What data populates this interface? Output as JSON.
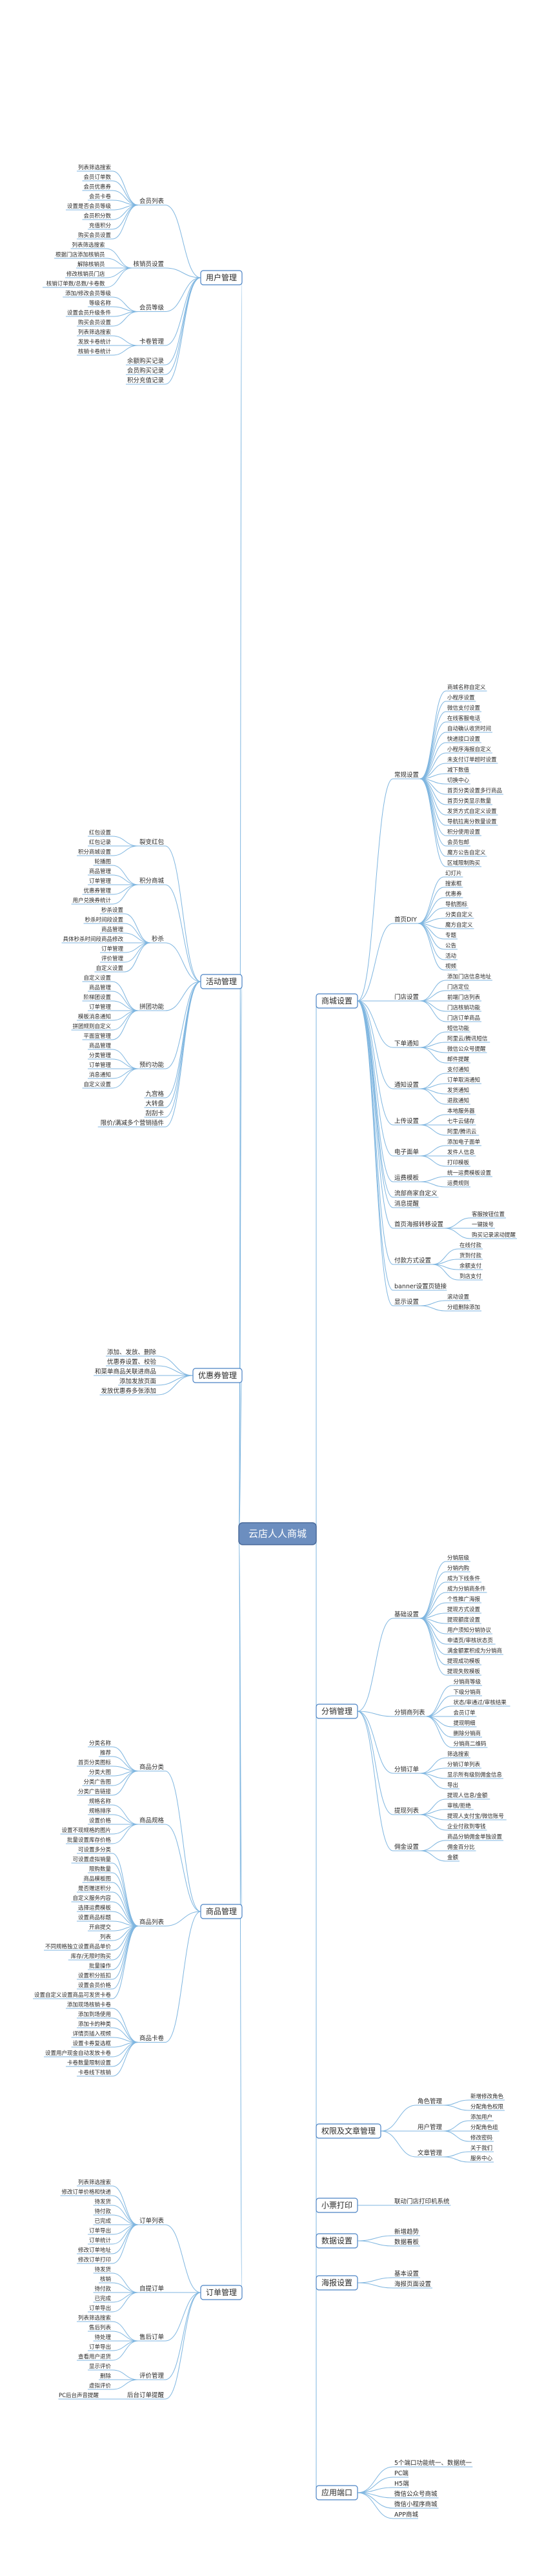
{
  "mindmap": {
    "root": "云店人人商城",
    "branches": [
      {
        "label": "用户管理",
        "side": "left",
        "children": [
          {
            "label": "会员列表",
            "children": [
              "列表筛选搜索",
              "会员订单数",
              "会员优惠券",
              "会员卡卷",
              "设置是否会员等级",
              "会员积分数",
              "充值积分",
              "购买会员设置"
            ]
          },
          {
            "label": "核销员设置",
            "children": [
              "列表筛选搜索",
              "根据门店添加核销员",
              "解除核销员",
              "修改核销员门店",
              "核销订单数/总数/卡卷数"
            ]
          },
          {
            "label": "会员等级",
            "children": [
              "添加/修改会员等级",
              "等级名称",
              "设置会员升级条件",
              "购买会员设置"
            ]
          },
          {
            "label": "卡卷管理",
            "children": [
              "列表筛选搜索",
              "发放卡卷统计",
              "核销卡卷统计"
            ]
          },
          {
            "label": "余额购买记录"
          },
          {
            "label": "会员购买记录"
          },
          {
            "label": "积分充值记录"
          }
        ]
      },
      {
        "label": "活动管理",
        "side": "left",
        "children": [
          {
            "label": "裂变红包",
            "children": [
              "红包设置",
              "红包记录",
              "积分商城设置"
            ]
          },
          {
            "label": "积分商城",
            "children": [
              "轮播图",
              "商品管理",
              "订单管理",
              "优惠券管理",
              "用户兑换券统计"
            ]
          },
          {
            "label": "秒杀",
            "children": [
              "秒杀设置",
              "秒杀时间段设置",
              "商品管理",
              "具体秒杀时间段商品修改",
              "订单管理",
              "评价管理",
              "自定义设置"
            ]
          },
          {
            "label": "拼团功能",
            "children": [
              "自定义设置",
              "商品管理",
              "阶梯团设置",
              "订单管理",
              "模板消息通知",
              "拼团规则自定义",
              "平面宣管理"
            ]
          },
          {
            "label": "预约功能",
            "children": [
              "商品管理",
              "分类管理",
              "订单管理",
              "消息通知",
              "自定义设置"
            ]
          },
          {
            "label": "九宫格"
          },
          {
            "label": "大转盘"
          },
          {
            "label": "刮刮卡"
          },
          {
            "label": "限价/满减多个营销插件"
          }
        ]
      },
      {
        "label": "优惠券管理",
        "side": "left",
        "children": [
          {
            "label": "添加、发放、删除"
          },
          {
            "label": "优惠券设置、校验"
          },
          {
            "label": "和菜单商品关联进商品"
          },
          {
            "label": "添加发放页面"
          },
          {
            "label": "发放优惠券多张添加"
          }
        ]
      },
      {
        "label": "商品管理",
        "side": "left",
        "children": [
          {
            "label": "商品分类",
            "children": [
              "分类名称",
              "推荐",
              "首页分类图标",
              "分类大图",
              "分类广告图",
              "分类广告链接"
            ]
          },
          {
            "label": "商品规格",
            "children": [
              "规格名称",
              "规格排序",
              "设置价格",
              "设置不现规格的图片",
              "批量设置库存价格"
            ]
          },
          {
            "label": "商品列表",
            "children": [
              "可设置多分类",
              "可设置虚拟销量",
              "限购数量",
              "商品模板图",
              "是否赠送积分",
              "自定义服务内容",
              "选择运费模板",
              "设置商品标题",
              "开启提交",
              "列表",
              "不同规格独立设置商品单价",
              "库存/无限时购买",
              "批量操作",
              "设置积分抵扣",
              "设置会员价格",
              "设置自定义设置商品可发货卡卷"
            ]
          },
          {
            "label": "商品卡卷",
            "children": [
              "添加现场核销卡卷",
              "添加到场使用",
              "添加卡的种类",
              "详情页插入视频",
              "设置卡券复选框",
              "设置用户现金自动发放卡卷",
              "卡卷数量限制设置",
              "卡卷线下核销"
            ]
          }
        ]
      },
      {
        "label": "订单管理",
        "side": "left",
        "children": [
          {
            "label": "订单列表",
            "children": [
              "列表筛选搜索",
              "修改订单价格和快递",
              "待发货",
              "待付款",
              "已完成",
              "订单导出",
              "订单统计",
              "修改订单地址",
              "修改订单打印"
            ]
          },
          {
            "label": "自提订单",
            "children": [
              "待发货",
              "核销",
              "待付款",
              "已完成",
              "订单导出"
            ]
          },
          {
            "label": "售后订单",
            "children": [
              "列表筛选搜索",
              "售后列表",
              "待处理",
              "订单导出",
              "查看用户退货"
            ]
          },
          {
            "label": "评价管理",
            "children": [
              "显示评价",
              "删除",
              "虚拟评价"
            ]
          },
          {
            "label": "后台订单提醒",
            "children": [
              "PC后台声音提醒"
            ]
          }
        ]
      },
      {
        "label": "商城设置",
        "side": "right",
        "children": [
          {
            "label": "常规设置",
            "children": [
              "商城名称自定义",
              "小程序设置",
              "微信支付设置",
              "在线客服电话",
              "自动确认收货时间",
              "快递接口设置",
              "小程序海报自定义",
              "未支付订单超时设置",
              "减下数值",
              "切换中心",
              "首页分类设置多行商品",
              "首页分类显示数量",
              "发货方式自定义设置",
              "导航拉离分数量设置",
              "积分使用设置",
              "会员包邮",
              "魔方公告自定义",
              "区域限制购买"
            ]
          },
          {
            "label": "首页DIY",
            "children": [
              "幻灯片",
              "搜索框",
              "优惠券",
              "导航图标",
              "分类自定义",
              "魔方自定义",
              "专题",
              "公告",
              "活动",
              "视频"
            ]
          },
          {
            "label": "门店设置",
            "children": [
              "添加门店信息地址",
              "门店定位",
              "前端门店列表",
              "门店核销功能",
              "门店订单商品"
            ]
          },
          {
            "label": "下单通知",
            "children": [
              "短信功能",
              "阿里云/腾讯短信",
              "微信公众号提醒",
              "邮件提醒"
            ]
          },
          {
            "label": "通知设置",
            "children": [
              "支付通知",
              "订单取消通知",
              "发货通知",
              "退款通知"
            ]
          },
          {
            "label": "上传设置",
            "children": [
              "本地服务器",
              "七牛云储存",
              "阿里/腾讯云"
            ]
          },
          {
            "label": "电子面单",
            "children": [
              "添加电子面单",
              "发件人信息",
              "打印模板"
            ]
          },
          {
            "label": "运费模板",
            "children": [
              "统一运费模板设置",
              "运费规则"
            ]
          },
          {
            "label": "流部商家自定义"
          },
          {
            "label": "消息提醒"
          },
          {
            "label": "首页海报转移设置",
            "children": [
              "客服按钮位置",
              "一键拨号",
              "购买记录滚动提醒"
            ]
          },
          {
            "label": "付款方式设置",
            "children": [
              "在线付款",
              "货到付款",
              "余额支付",
              "到店支付"
            ]
          },
          {
            "label": "banner设置页链接"
          },
          {
            "label": "显示设置",
            "children": [
              "滚动设置",
              "分组删除添加"
            ]
          }
        ]
      },
      {
        "label": "分销管理",
        "side": "right",
        "children": [
          {
            "label": "基础设置",
            "children": [
              "分销层级",
              "分销内购",
              "成为下线条件",
              "成为分销商条件",
              "个性推广海报",
              "提现方式设置",
              "提现额度设置",
              "用户须知分销协议",
              "申请页/审核状态页",
              "满金额累积成为分销商",
              "提现成功模板",
              "提现失败模板"
            ]
          },
          {
            "label": "分销商列表",
            "children": [
              "分销商等级",
              "下级分销商",
              "状态/审通过/审核结果",
              "会员订单",
              "提现明细",
              "删除分销商",
              "分销商二维码"
            ]
          },
          {
            "label": "分销订单",
            "children": [
              "筛选搜索",
              "分销订单列表",
              "显示所有级别佣金信息",
              "导出"
            ]
          },
          {
            "label": "提现列表",
            "children": [
              "提现人信息/金额",
              "审核/拒绝",
              "提现人支付宝/微信账号",
              "企业付款到零钱"
            ]
          },
          {
            "label": "佣金设置",
            "children": [
              "商品分销佣金单独设置",
              "佣金百分比",
              "金额"
            ]
          }
        ]
      },
      {
        "label": "权限及文章管理",
        "side": "right",
        "children": [
          {
            "label": "角色管理",
            "children": [
              "新增修改角色",
              "分配角色权限"
            ]
          },
          {
            "label": "用户管理",
            "children": [
              "添加用户",
              "分配角色组",
              "修改密码"
            ]
          },
          {
            "label": "文章管理",
            "children": [
              "关于我们",
              "服务中心"
            ]
          }
        ]
      },
      {
        "label": "小票打印",
        "side": "right",
        "children": [
          {
            "label": "联动门店打印机系统"
          }
        ]
      },
      {
        "label": "数据设置",
        "side": "right",
        "children": [
          {
            "label": "新增趋势"
          },
          {
            "label": "数据看板"
          }
        ]
      },
      {
        "label": "海报设置",
        "side": "right",
        "children": [
          {
            "label": "基本设置"
          },
          {
            "label": "海报页面设置"
          }
        ]
      },
      {
        "label": "应用端口",
        "side": "right",
        "children": [
          {
            "label": "5个端口功能统一、数据统一"
          },
          {
            "label": "PC端"
          },
          {
            "label": "H5端"
          },
          {
            "label": "微信公众号商城"
          },
          {
            "label": "微信小程序商城"
          },
          {
            "label": "APP商城"
          }
        ]
      }
    ]
  },
  "colors": {
    "connector": "#7fb6e0",
    "root_fill": "#6c8ebf",
    "root_text": "#ffffff",
    "text": "#2a2a2a",
    "branch_border": "#4a82c4"
  }
}
